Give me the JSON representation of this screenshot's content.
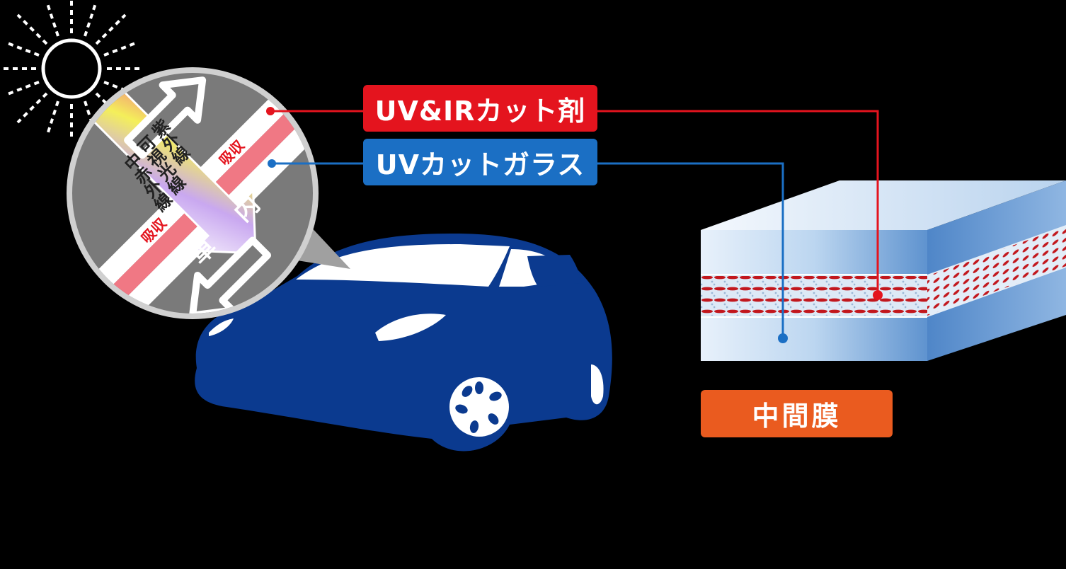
{
  "labels": {
    "uv_ir_cut_agent": "UV&IRカット剤",
    "uv_cut_glass": "UVカットガラス",
    "interlayer_film": "中間膜"
  },
  "magnifier": {
    "vehicle_interior_1": "車",
    "vehicle_interior_2": "内",
    "absorb_top": "吸収",
    "absorb_bottom": "吸収",
    "ray_ir_1": "中",
    "ray_ir_2": "赤",
    "ray_ir_3": "外",
    "ray_ir_4": "線",
    "ray_visible_1": "可",
    "ray_visible_2": "視",
    "ray_visible_3": "光",
    "ray_visible_4": "線",
    "ray_uv_1": "紫",
    "ray_uv_2": "外",
    "ray_uv_3": "線"
  },
  "colors": {
    "background": "#000000",
    "uv_ir_red": "#e4141e",
    "uv_glass_blue": "#1b6fc4",
    "film_orange": "#ea5b1f",
    "car_blue": "#0b3a8f",
    "magnifier_gray": "#7a7a7a"
  },
  "icons": {
    "sun": "sun-icon",
    "car": "car-illustration",
    "glass": "laminated-glass-illustration"
  }
}
